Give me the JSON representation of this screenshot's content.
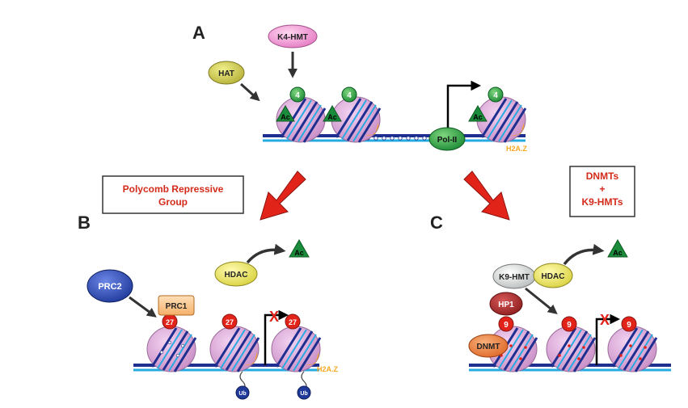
{
  "panels": {
    "a": "A",
    "b": "B",
    "c": "C"
  },
  "proteins": {
    "k4hmt": "K4-HMT",
    "hat": "HAT",
    "pol2": "Pol-II",
    "hdac_b": "HDAC",
    "prc2": "PRC2",
    "prc1": "PRC1",
    "k9hmt": "K9-HMT",
    "hdac_c": "HDAC",
    "hp1": "HP1",
    "dnmt": "DNMT"
  },
  "marks": {
    "ac": "Ac",
    "k4": "4",
    "k27": "27",
    "k9": "9",
    "ub": "Ub",
    "x": "X"
  },
  "variant": "H2A.Z",
  "boxes": {
    "polycomb_line1": "Polycomb Repressive",
    "polycomb_line2": "Group",
    "dnmt_line1": "DNMTs",
    "dnmt_line2": "+",
    "dnmt_line3": "K9-HMTs"
  },
  "colors": {
    "red_text": "#d42a1a",
    "arrow_red": "#e2231a",
    "nucleosome": "#d9a2d6",
    "dna_dark": "#1f2f8f",
    "dna_light": "#27a9e1",
    "green_mark": "#1a8c3b",
    "h2az": "#f7a823"
  }
}
